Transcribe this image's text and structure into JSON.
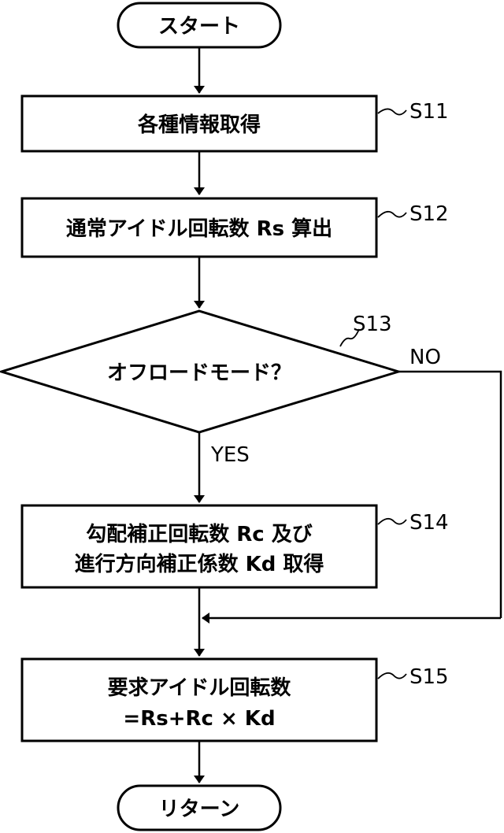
{
  "flowchart": {
    "start": "スタート",
    "end": "リターン",
    "s11": {
      "label": "S11",
      "text": "各種情報取得"
    },
    "s12": {
      "label": "S12",
      "text": "通常アイドル回転数 Rs 算出"
    },
    "s13": {
      "label": "S13",
      "text": "オフロードモード？",
      "yes": "YES",
      "no": "NO"
    },
    "s14": {
      "label": "S14",
      "line1": "勾配補正回転数 Rc 及び",
      "line2": "進行方向補正係数 Kd 取得"
    },
    "s15": {
      "label": "S15",
      "line1": "要求アイドル回転数",
      "line2": "=Rs+Rc × Kd"
    }
  }
}
